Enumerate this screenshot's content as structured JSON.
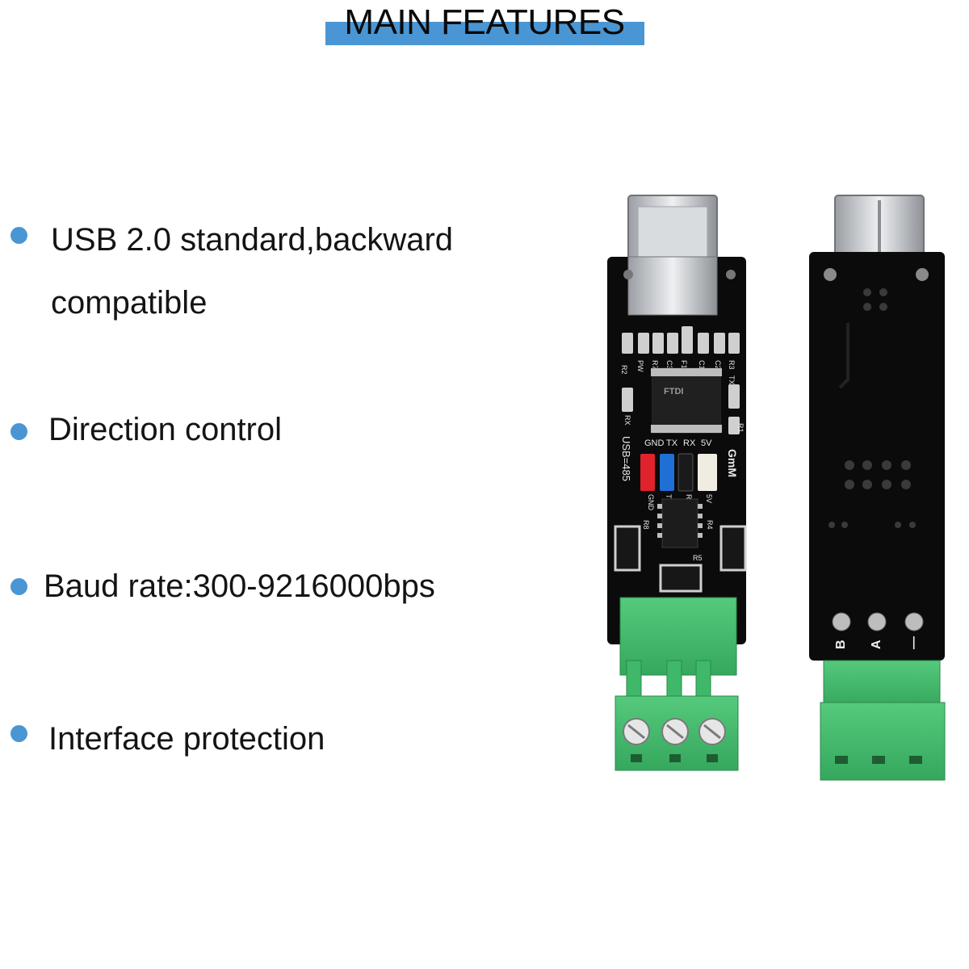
{
  "header": {
    "title": "MAIN FEATURES"
  },
  "features": [
    {
      "line1": "USB 2.0 standard,backward",
      "line2": "compatible"
    },
    {
      "line1": "Direction control"
    },
    {
      "line1": "Baud rate:300-9216000bps"
    },
    {
      "line1": "Interface protection"
    }
  ],
  "board": {
    "front": {
      "chip_brand": "FTDI",
      "model_label": "USB=485",
      "logo_label": "GmM",
      "jumper_labels": [
        "GND",
        "TX",
        "RX",
        "5V"
      ],
      "pin_labels": [
        "GND",
        "TX",
        "RX",
        "5V"
      ],
      "component_labels": [
        "R2",
        "PW",
        "R7",
        "C3",
        "F1",
        "C1",
        "C2",
        "R3",
        "TX",
        "RX",
        "R1",
        "R8",
        "R4",
        "R5"
      ]
    },
    "back": {
      "terminal_labels": [
        "B",
        "A",
        "—"
      ]
    }
  },
  "colors": {
    "accent": "#4a96d4",
    "pcb": "#0b0b0b",
    "terminal": "#3fb86a",
    "jumper_red": "#e0222c",
    "jumper_blue": "#1f6fd6",
    "jumper_black": "#1a1a1a",
    "jumper_white": "#f1ece2"
  }
}
